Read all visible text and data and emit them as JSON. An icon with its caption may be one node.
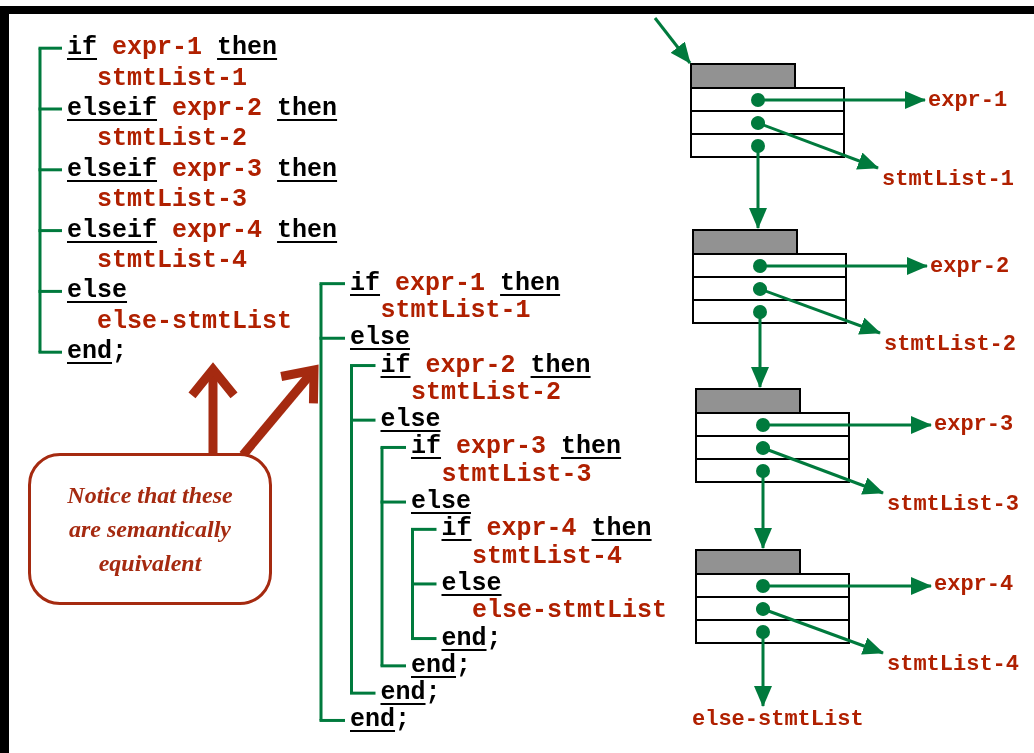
{
  "diagram": {
    "nodes": [
      {
        "text": [
          "if expr-1 then",
          "stmtList-1",
          "elseif expr-2 then",
          "stmtList-2",
          "elseif expr-3 then",
          "stmtList-3",
          "elseif expr-4 then",
          "stmtList-4",
          "else",
          "else-stmtList",
          "end;"
        ]
      },
      {
        "text": [
          "if expr-1 then",
          "stmtList-1",
          "else",
          "if expr-2 then",
          "stmtList-2",
          "else",
          "if expr-3 then",
          "stmtList-3",
          "else",
          "if expr-4 then",
          "stmtList-4",
          "else",
          "else-stmtList",
          "end;",
          "end;",
          "end;",
          "end;"
        ]
      },
      {
        "text": [
          "Notice that these are semantically equivalent"
        ]
      },
      {
        "text": [],
        "shape": "box"
      },
      {
        "text": [
          "expr-1"
        ]
      },
      {
        "text": [
          "stmtList-1"
        ]
      },
      {
        "text": [],
        "shape": "box"
      },
      {
        "text": [
          "expr-2"
        ]
      },
      {
        "text": [
          "stmtList-2"
        ]
      },
      {
        "text": [],
        "shape": "box"
      },
      {
        "text": [
          "expr-3"
        ]
      },
      {
        "text": [
          "stmtList-3"
        ]
      },
      {
        "text": [],
        "shape": "box"
      },
      {
        "text": [
          "expr-4"
        ]
      },
      {
        "text": [
          "stmtList-4"
        ]
      },
      {
        "text": [
          "else-stmtList"
        ]
      }
    ],
    "edges": [
      {
        "from": null,
        "to": 3,
        "arrow": "to"
      },
      {
        "from": 3,
        "to": 4,
        "arrow": "to"
      },
      {
        "from": 3,
        "to": 5,
        "arrow": "to"
      },
      {
        "from": 3,
        "to": 6,
        "arrow": "to"
      },
      {
        "from": 6,
        "to": 7,
        "arrow": "to"
      },
      {
        "from": 6,
        "to": 8,
        "arrow": "to"
      },
      {
        "from": 6,
        "to": 9,
        "arrow": "to"
      },
      {
        "from": 9,
        "to": 10,
        "arrow": "to"
      },
      {
        "from": 9,
        "to": 11,
        "arrow": "to"
      },
      {
        "from": 9,
        "to": 12,
        "arrow": "to"
      },
      {
        "from": 12,
        "to": 13,
        "arrow": "to"
      },
      {
        "from": 12,
        "to": 14,
        "arrow": "to"
      },
      {
        "from": 12,
        "to": 15,
        "arrow": "to"
      },
      {
        "from": 2,
        "to": 0,
        "arrow": "to",
        "style": "thick",
        "color": "#a52a10"
      },
      {
        "from": 2,
        "to": 1,
        "arrow": "to",
        "style": "thick",
        "color": "#a52a10"
      }
    ]
  }
}
